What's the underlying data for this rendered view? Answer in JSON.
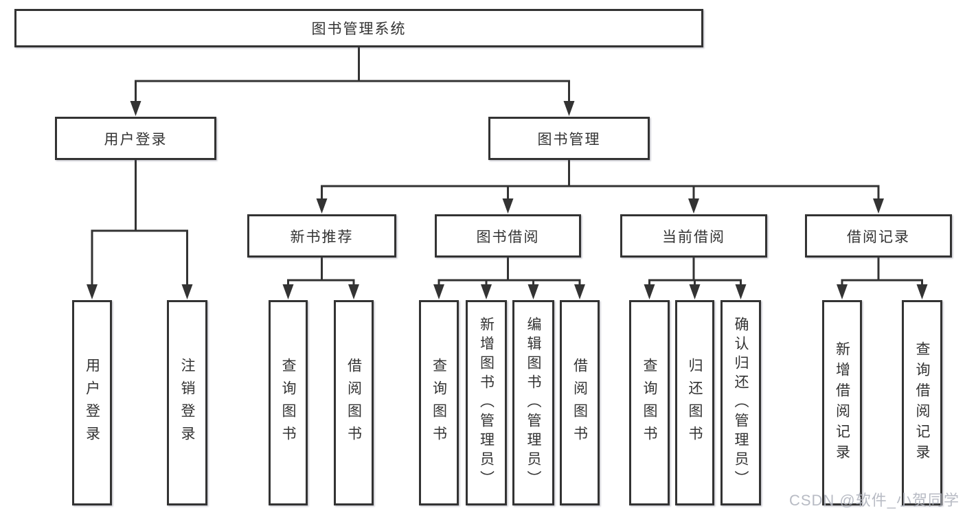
{
  "diagram": {
    "type": "tree",
    "root": {
      "label": "图书管理系统",
      "children": [
        {
          "label": "用户登录",
          "children": [
            {
              "label": "用户登录"
            },
            {
              "label": "注销登录"
            }
          ]
        },
        {
          "label": "图书管理",
          "children": [
            {
              "label": "新书推荐",
              "children": [
                {
                  "label": "查询图书"
                },
                {
                  "label": "借阅图书"
                }
              ]
            },
            {
              "label": "图书借阅",
              "children": [
                {
                  "label": "查询图书"
                },
                {
                  "label": "新增图书（管理员）"
                },
                {
                  "label": "编辑图书（管理员）"
                },
                {
                  "label": "借阅图书"
                }
              ]
            },
            {
              "label": "当前借阅",
              "children": [
                {
                  "label": "查询图书"
                },
                {
                  "label": "归还图书"
                },
                {
                  "label": "确认归还（管理员）"
                }
              ]
            },
            {
              "label": "借阅记录",
              "children": [
                {
                  "label": "新增借阅记录"
                },
                {
                  "label": "查询借阅记录"
                }
              ]
            }
          ]
        }
      ]
    }
  },
  "watermark": {
    "text": "CSDN @软件_小贺同学"
  },
  "colors": {
    "line": "#333333",
    "box_border": "#333333",
    "box_fill": "#ffffff",
    "text": "#333333",
    "watermark": "#b2b6bf"
  }
}
